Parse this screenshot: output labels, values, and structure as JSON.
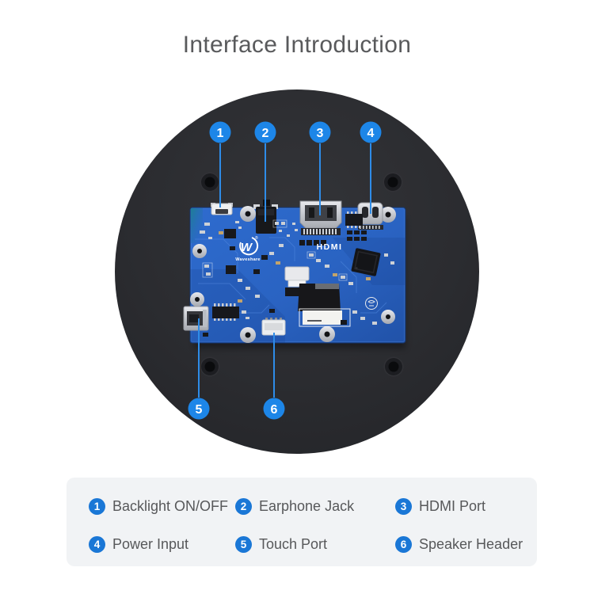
{
  "title": "Interface Introduction",
  "board": {
    "brand": "Waveshare",
    "logo_mark": "W",
    "reg": "®",
    "silkscreen": "HDMI"
  },
  "callouts": [
    {
      "number": "1",
      "label": "Backlight ON/OFF"
    },
    {
      "number": "2",
      "label": "Earphone Jack"
    },
    {
      "number": "3",
      "label": "HDMI Port"
    },
    {
      "number": "4",
      "label": "Power Input"
    },
    {
      "number": "5",
      "label": "Touch Port"
    },
    {
      "number": "6",
      "label": "Speaker Header"
    }
  ],
  "colors": {
    "callout_blue": "#1d86e8",
    "badge_blue": "#1a77d6",
    "pcb_blue": "#2a63c2",
    "disc_dark": "#2b2c30",
    "legend_bg": "#f1f3f5",
    "text_gray": "#57585a"
  }
}
